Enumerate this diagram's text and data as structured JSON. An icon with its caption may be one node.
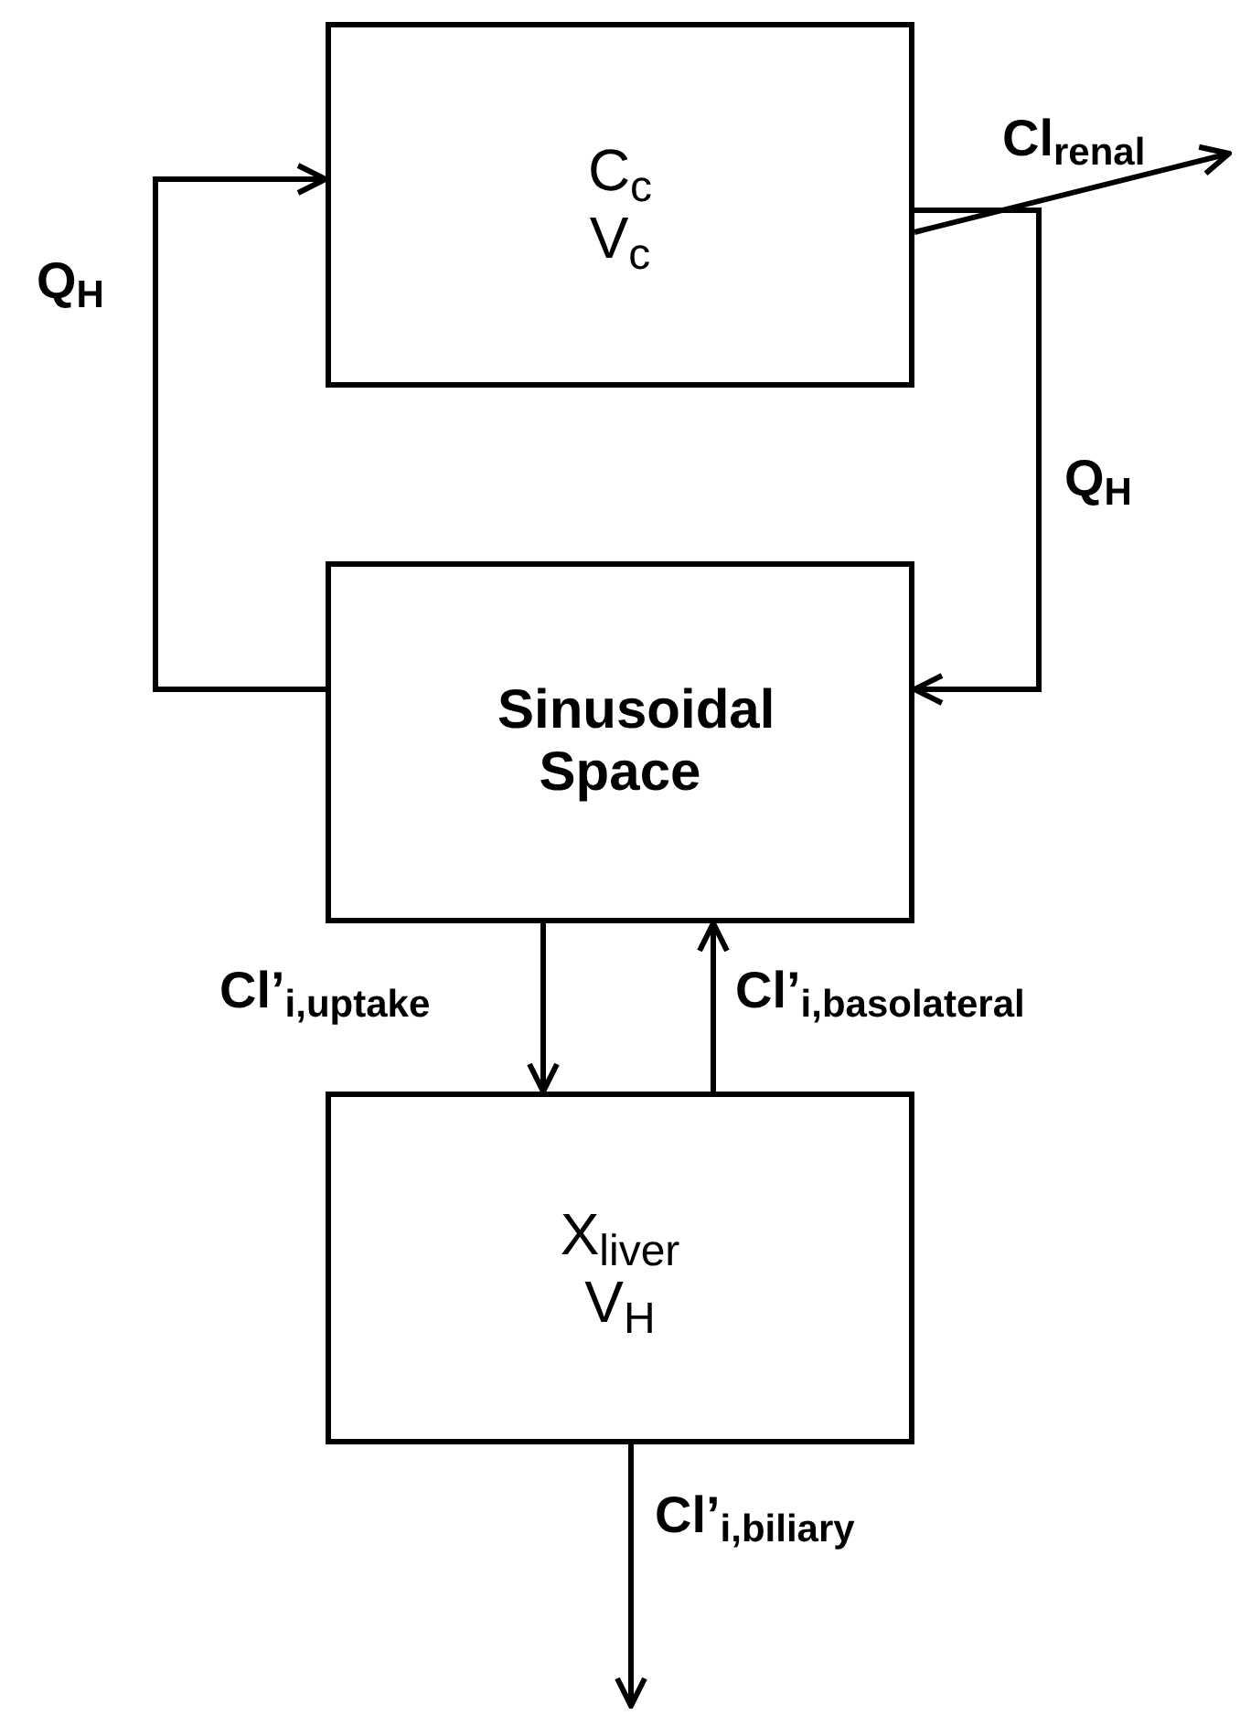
{
  "diagram": {
    "nodes": [
      {
        "text": [
          "C$_{c}$",
          "V$_{c}$"
        ]
      },
      {
        "text": [
          "Sinusoidal Space"
        ]
      },
      {
        "text": [
          "X$_{liver}$",
          "V$_{H}$"
        ]
      }
    ],
    "edges": [
      {
        "from": 0,
        "to": null,
        "arrow": "to",
        "label": "Cl$_{renal}$"
      },
      {
        "from": 1,
        "to": 0,
        "arrow": "to",
        "label": "Q$_{H}$"
      },
      {
        "from": 0,
        "to": 1,
        "arrow": "to",
        "label": "Q$_{H}$"
      },
      {
        "from": 1,
        "to": 2,
        "arrow": "to",
        "label": "Cl’$_{i,uptake}$"
      },
      {
        "from": 2,
        "to": 1,
        "arrow": "to",
        "label": "Cl’$_{i,basolateral}$"
      },
      {
        "from": 2,
        "to": null,
        "arrow": "to",
        "label": "Cl’$_{i,biliary}$"
      }
    ]
  }
}
